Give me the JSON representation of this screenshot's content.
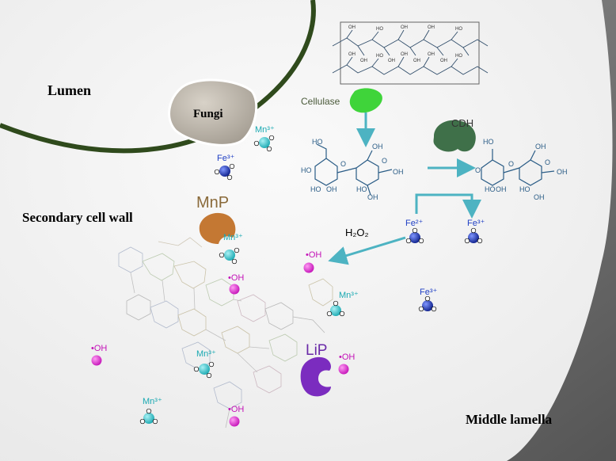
{
  "regions": {
    "lumen": "Lumen",
    "secondary_wall": "Secondary cell wall",
    "middle_lamella": "Middle lamella"
  },
  "organisms": {
    "fungi": "Fungi"
  },
  "enzymes": {
    "cellulase": "Cellulase",
    "cdh": "CDH",
    "mnp": "MnP",
    "lip": "LiP"
  },
  "reagents": {
    "h2o2": "H₂O₂",
    "oh_radical": "•OH"
  },
  "ions": {
    "mn3": "Mn³⁺",
    "fe3": "Fe³⁺",
    "fe2": "Fe²⁺"
  },
  "colors": {
    "outer_background": "#6e6e6e",
    "cell_region": "#f3f3f3",
    "cell_wall_line": "#2f4a1c",
    "fungi_fill": "#bdb6ac",
    "cellulase": "#3fd43a",
    "cdh": "#3f7049",
    "mnp": "#c47833",
    "lip": "#7b2cbf",
    "arrow": "#4db3c2",
    "mn_ion": "#31c4cc",
    "fe_ion": "#1f3fc4",
    "oh_radical": "#e23fd4",
    "sugar_line": "#2a5c86"
  }
}
